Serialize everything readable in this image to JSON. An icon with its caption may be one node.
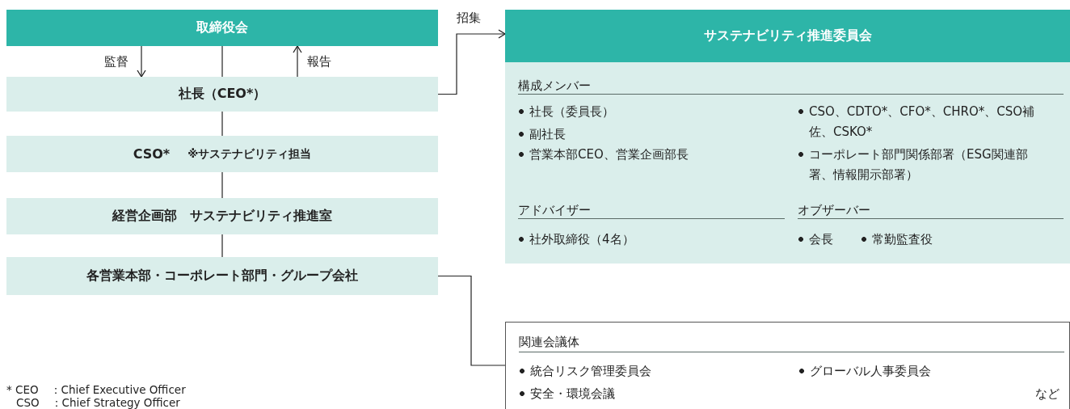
{
  "diagram": {
    "nodes": [
      {
        "text": [
          "取締役会"
        ]
      },
      {
        "text": [
          "社長（CEO*）"
        ]
      },
      {
        "text": [
          "CSO*",
          "※サステナビリティ担当"
        ]
      },
      {
        "text": [
          "経営企画部　サステナビリティ推進室"
        ]
      },
      {
        "text": [
          "各営業本部・コーポレート部門・グループ会社"
        ]
      },
      {
        "text": [
          "サステナビリティ推進委員会",
          "構成メンバー",
          "社長（委員長）",
          "副社長",
          "営業本部CEO、営業企画部長",
          "CSO、CDTO*、CFO*、CHRO*、CSO補佐、CSKO*",
          "コーポレート部門関係部署（ESG関連部署、情報開示部署）",
          "アドバイザー",
          "社外取締役（4名）",
          "オブザーバー",
          "会長",
          "常勤監査役"
        ]
      },
      {
        "text": [
          "関連会議体",
          "統合リスク管理委員会",
          "グローバル人事委員会",
          "安全・環境会議",
          "など"
        ]
      }
    ],
    "edges": [
      {
        "from": 0,
        "to": 1,
        "arrow": "to",
        "label": "監督"
      },
      {
        "from": 1,
        "to": 0,
        "arrow": "to",
        "label": "報告"
      },
      {
        "from": 0,
        "to": 1,
        "arrow": "none"
      },
      {
        "from": 1,
        "to": 2,
        "arrow": "none"
      },
      {
        "from": 2,
        "to": 3,
        "arrow": "none"
      },
      {
        "from": 3,
        "to": 4,
        "arrow": "none"
      },
      {
        "from": 1,
        "to": 5,
        "arrow": "to",
        "label": "招集"
      },
      {
        "from": 4,
        "to": 6,
        "arrow": "none"
      }
    ],
    "labels": [
      "* CEO　：Chief Executive Officer",
      "CSO　：Chief Strategy Officer"
    ]
  }
}
